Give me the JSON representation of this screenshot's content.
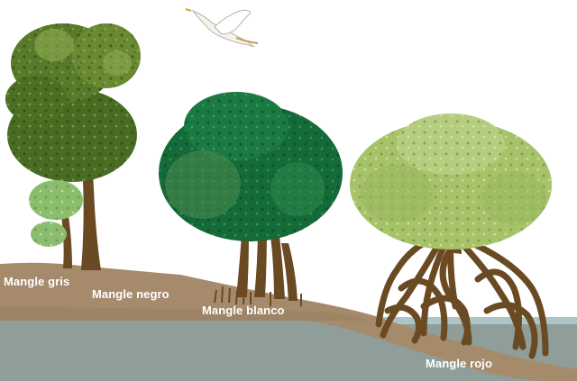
{
  "labels": {
    "gris": "Mangle gris",
    "negro": "Mangle negro",
    "blanco": "Mangle blanco",
    "rojo": "Mangle rojo"
  },
  "colors": {
    "soil": "#a58a6c",
    "water": "#8f9e98",
    "trunk": "#6a4a22",
    "foliage_gris": "#4a6b22",
    "foliage_negro": "#2f6d24",
    "foliage_blanco": "#146b3a",
    "foliage_rojo": "#a7c36a",
    "label_text": "#ffffff"
  }
}
